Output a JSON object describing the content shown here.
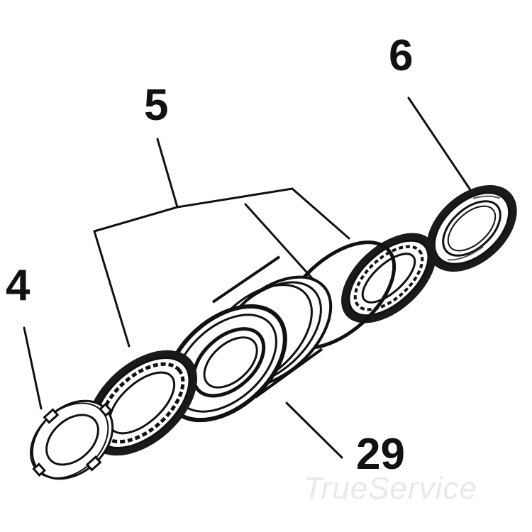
{
  "diagram": {
    "callouts": {
      "part_6": "6",
      "part_5": "5",
      "part_4": "4",
      "part_29": "29"
    },
    "watermark": "TrueService",
    "colors": {
      "ink": "#111111",
      "background": "#ffffff",
      "watermark": "#e9e9e9"
    }
  }
}
